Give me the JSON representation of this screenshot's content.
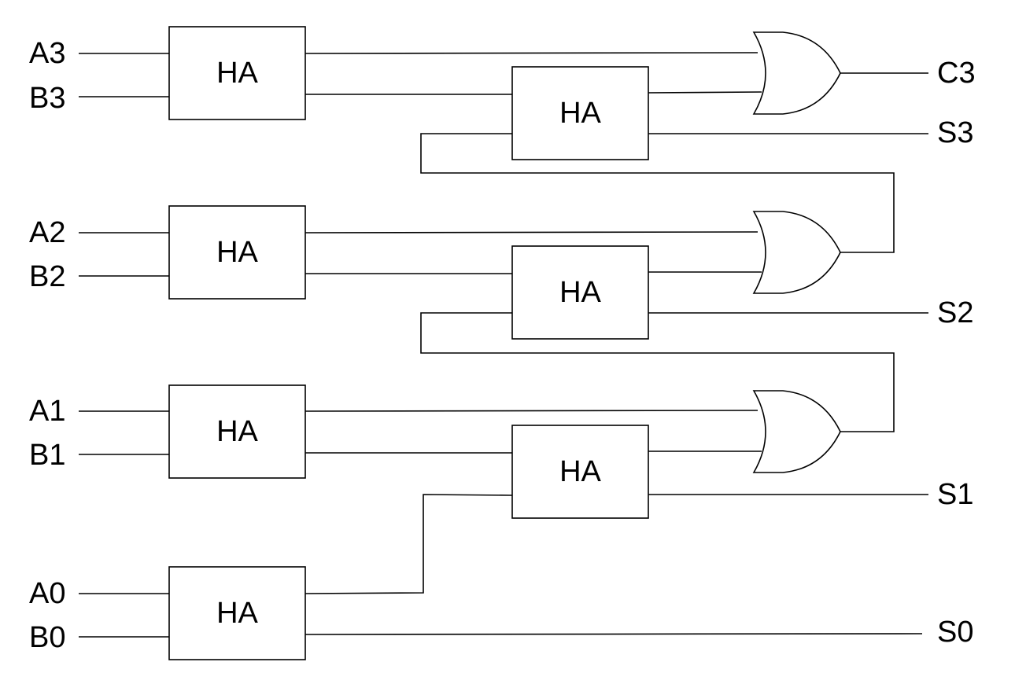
{
  "inputs": {
    "a3": "A3",
    "b3": "B3",
    "a2": "A2",
    "b2": "B2",
    "a1": "A1",
    "b1": "B1",
    "a0": "A0",
    "b0": "B0"
  },
  "outputs": {
    "c3": "C3",
    "s3": "S3",
    "s2": "S2",
    "s1": "S1",
    "s0": "S0"
  },
  "half_adder_label": "HA"
}
